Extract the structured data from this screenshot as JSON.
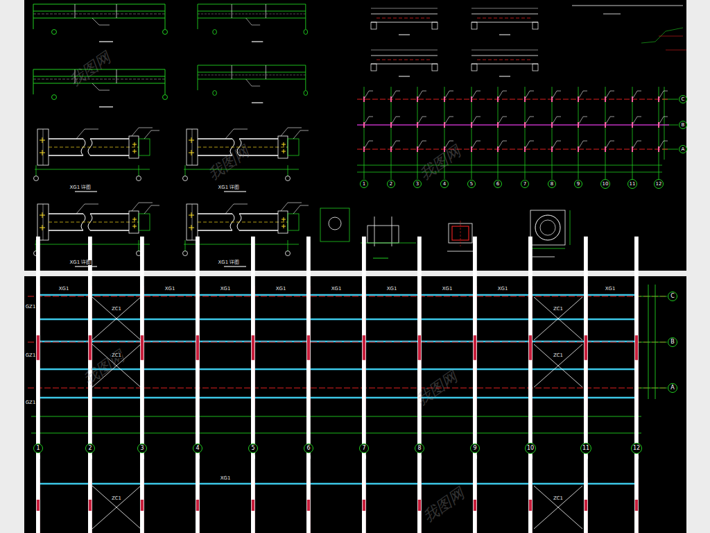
{
  "diagram": {
    "nodes": [
      {
        "text": [
          "C"
        ]
      },
      {
        "text": [
          "B"
        ]
      },
      {
        "text": [
          "A"
        ]
      },
      {
        "text": [
          "1"
        ]
      },
      {
        "text": [
          "2"
        ]
      },
      {
        "text": [
          "3"
        ]
      },
      {
        "text": [
          "4"
        ]
      },
      {
        "text": [
          "5"
        ]
      },
      {
        "text": [
          "6"
        ]
      },
      {
        "text": [
          "7"
        ]
      },
      {
        "text": [
          "8"
        ]
      },
      {
        "text": [
          "9"
        ]
      },
      {
        "text": [
          "10"
        ]
      },
      {
        "text": [
          "11"
        ]
      },
      {
        "text": [
          "12"
        ]
      },
      {
        "text": [
          "C"
        ]
      },
      {
        "text": [
          "B"
        ]
      },
      {
        "text": [
          "A"
        ]
      },
      {
        "text": [
          "1"
        ]
      },
      {
        "text": [
          "2"
        ]
      },
      {
        "text": [
          "3"
        ]
      },
      {
        "text": [
          "4"
        ]
      },
      {
        "text": [
          "5"
        ]
      },
      {
        "text": [
          "6"
        ]
      },
      {
        "text": [
          "7"
        ]
      },
      {
        "text": [
          "8"
        ]
      },
      {
        "text": [
          "9"
        ]
      },
      {
        "text": [
          "10"
        ]
      },
      {
        "text": [
          "11"
        ]
      },
      {
        "text": [
          "12"
        ]
      }
    ],
    "labels": [
      "我图网",
      "我图网",
      "我图网",
      "我图网",
      "我图网",
      "我图网",
      "XG1 详图",
      "XG1 详图",
      "XG1 详图",
      "XG1 详图",
      "ZC1",
      "ZC1",
      "ZC1",
      "ZC1",
      "ZC1",
      "ZC1",
      "XG1",
      "XG1",
      "XG1",
      "XG1",
      "XG1",
      "XG1",
      "XG1",
      "XG1",
      "XG1",
      "XG1",
      "GZ1",
      "GZ1",
      "GZ1"
    ]
  }
}
